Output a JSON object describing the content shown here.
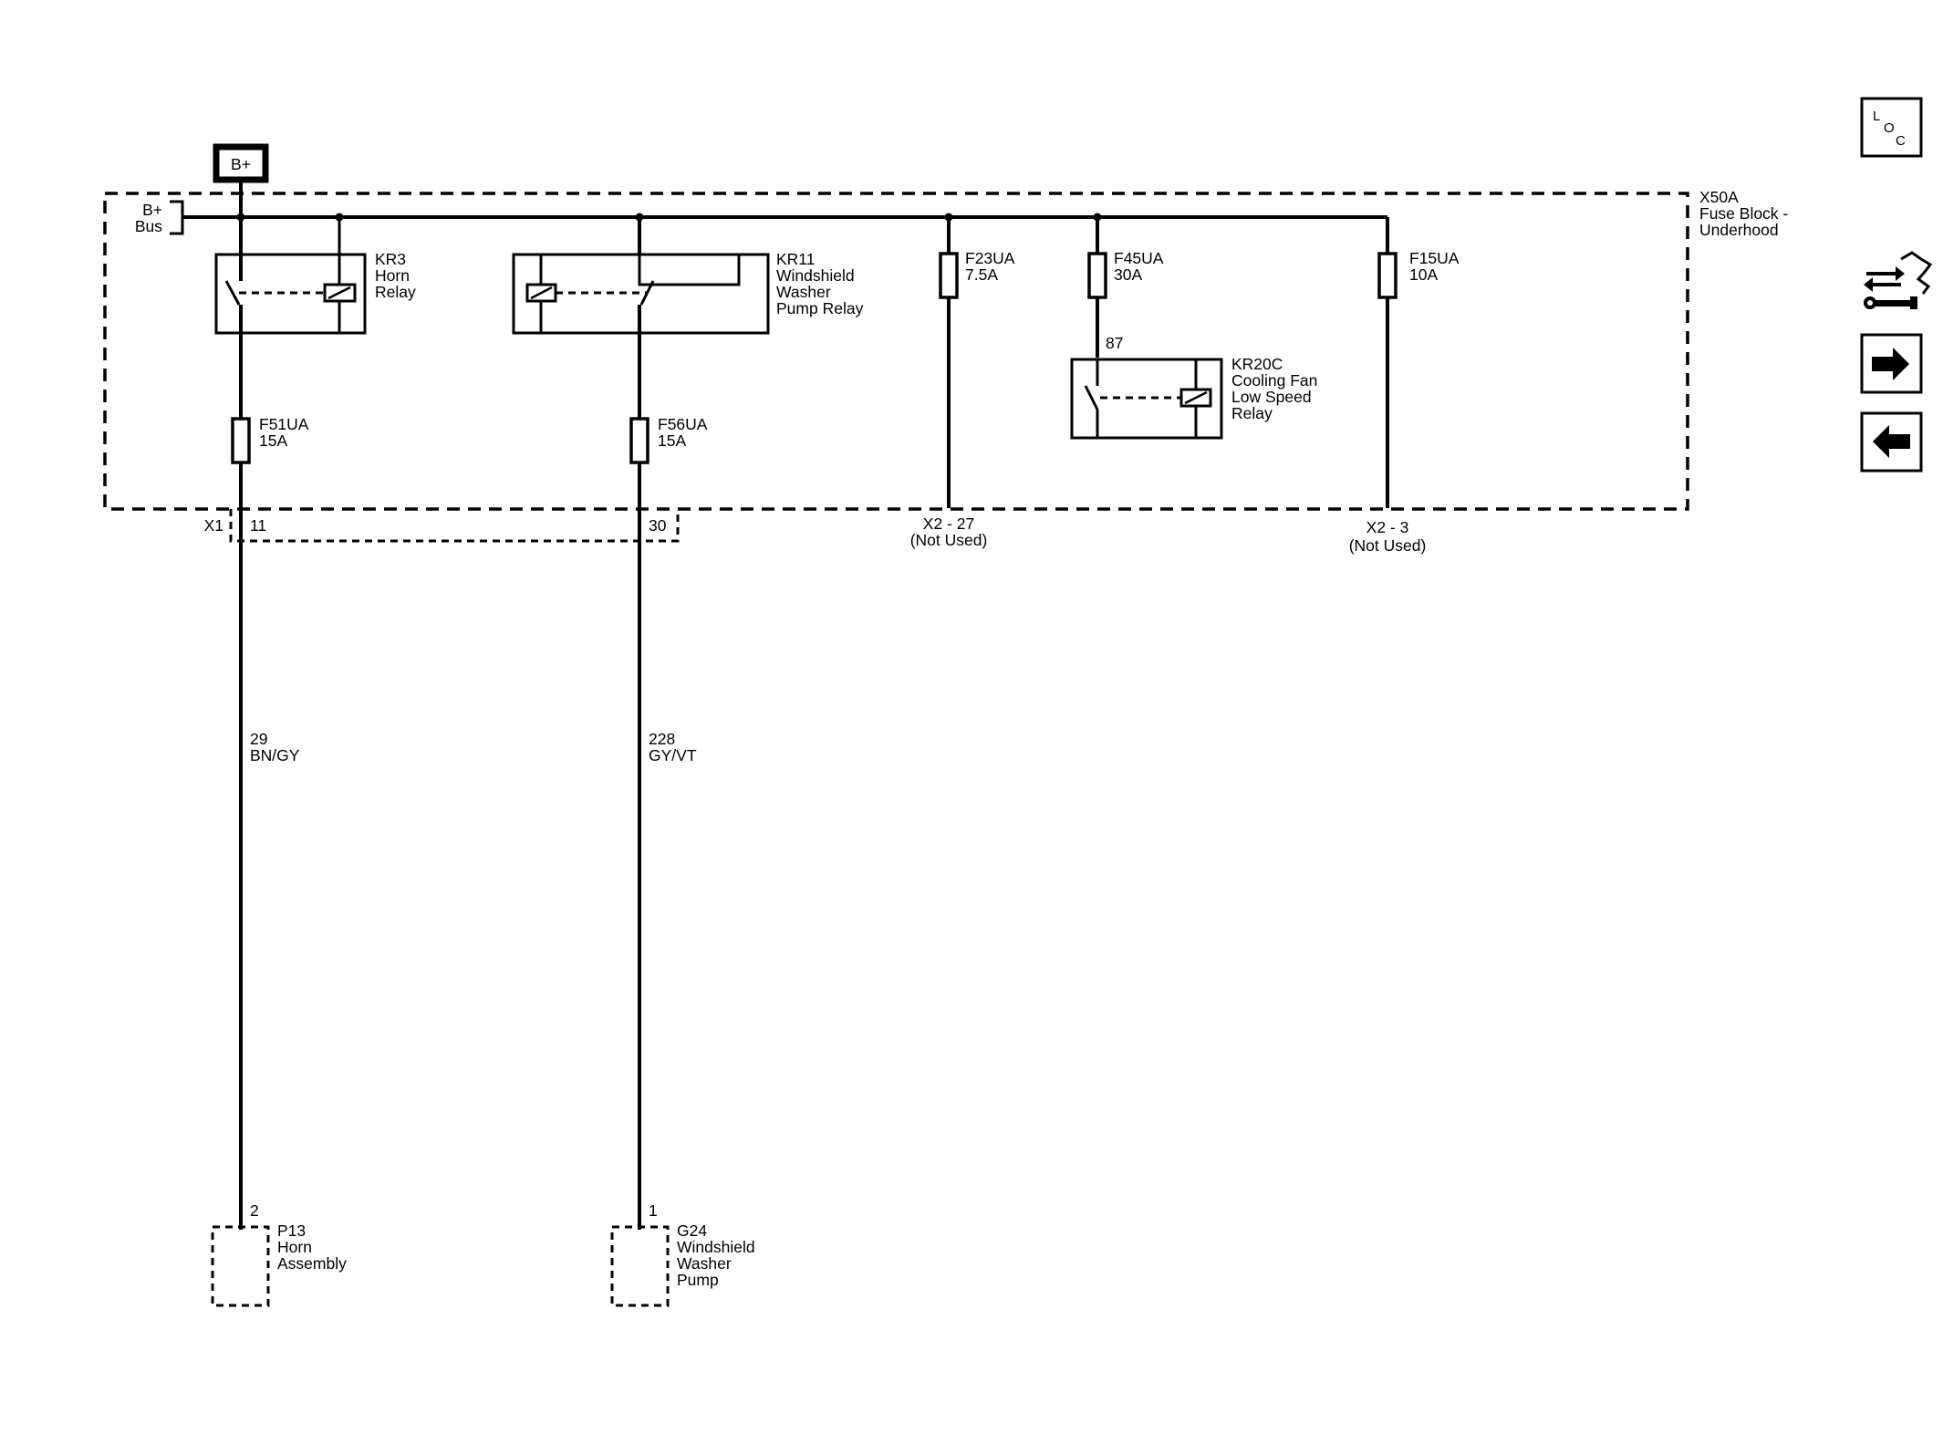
{
  "supply": {
    "label": "B+"
  },
  "bus": {
    "line1": "B+",
    "line2": "Bus"
  },
  "fuse_block": {
    "line1": "X50A",
    "line2": "Fuse Block -",
    "line3": "Underhood"
  },
  "relays": {
    "kr3": {
      "line1": "KR3",
      "line2": "Horn",
      "line3": "Relay"
    },
    "kr11": {
      "line1": "KR11",
      "line2": "Windshield",
      "line3": "Washer",
      "line4": "Pump Relay"
    },
    "kr20c": {
      "line1": "KR20C",
      "line2": "Cooling Fan",
      "line3": "Low Speed",
      "line4": "Relay",
      "pin": "87"
    }
  },
  "fuses": {
    "f23ua": {
      "name": "F23UA",
      "rating": "7.5A"
    },
    "f45ua": {
      "name": "F45UA",
      "rating": "30A"
    },
    "f15ua": {
      "name": "F15UA",
      "rating": "10A"
    },
    "f51ua": {
      "name": "F51UA",
      "rating": "15A"
    },
    "f56ua": {
      "name": "F56UA",
      "rating": "15A"
    }
  },
  "connectors": {
    "x1": {
      "label": "X1",
      "pin_a": "11",
      "pin_b": "30"
    },
    "x2_27": {
      "label": "X2 - 27",
      "note": "(Not Used)"
    },
    "x2_3": {
      "label": "X2 - 3",
      "note": "(Not Used)"
    }
  },
  "wires": {
    "horn": {
      "circuit": "29",
      "color": "BN/GY"
    },
    "washer": {
      "circuit": "228",
      "color": "GY/VT"
    }
  },
  "components": {
    "p13": {
      "pin": "2",
      "line1": "P13",
      "line2": "Horn",
      "line3": "Assembly"
    },
    "g24": {
      "pin": "1",
      "line1": "G24",
      "line2": "Windshield",
      "line3": "Washer",
      "line4": "Pump"
    }
  },
  "nav": {
    "loc_l": "L",
    "loc_o": "O",
    "loc_c": "C",
    "icons": [
      "loc-icon",
      "connector-wrench-icon",
      "arrow-right-icon",
      "arrow-left-icon"
    ]
  }
}
